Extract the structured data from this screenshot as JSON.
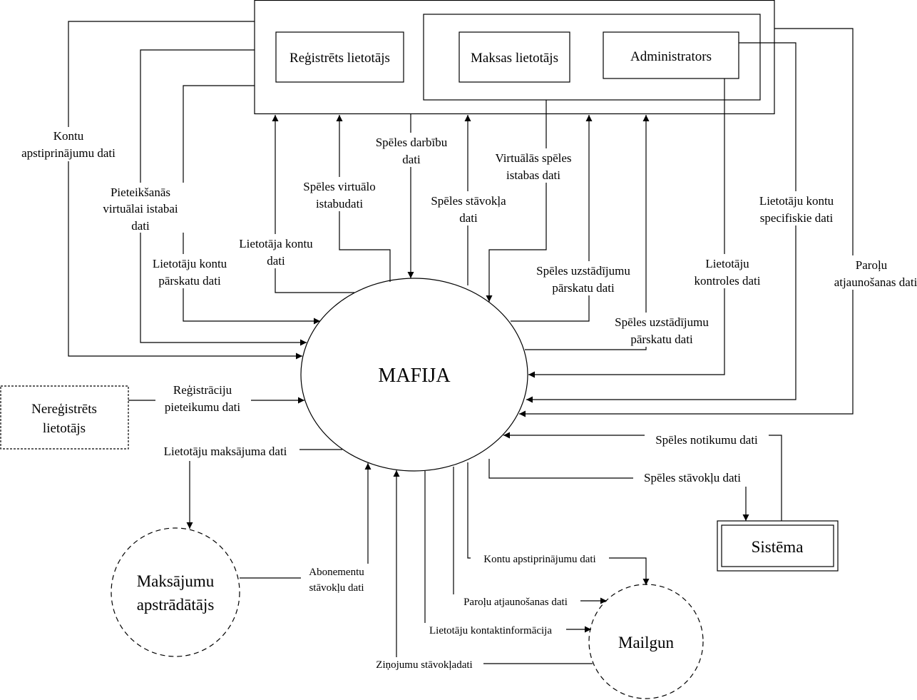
{
  "diagram": {
    "process": "MAFIJA",
    "entities": {
      "registered_user": "Reģistrēts lietotājs",
      "paying_user": "Maksas lietotājs",
      "administrator": "Administrators",
      "unregistered_user_line1": "Nereģistrēts",
      "unregistered_user_line2": "lietotājs",
      "system": "Sistēma",
      "payment_processor_line1": "Maksājumu",
      "payment_processor_line2": "apstrādātājs",
      "mailgun": "Mailgun"
    },
    "flows": {
      "account_confirm_1": "Kontu",
      "account_confirm_2": "apstiprinājumu dati",
      "room_login_1": "Pieteikšanās",
      "room_login_2": "virtuālai istabai",
      "room_login_3": "dati",
      "accounts_overview_1": "Lietotāju kontu",
      "accounts_overview_2": "pārskatu dati",
      "user_account_1": "Lietotāja kontu",
      "user_account_2": "dati",
      "virtual_rooms_1": "Spēles virtuālo",
      "virtual_rooms_2": "istabudati",
      "game_actions_1": "Spēles darbību",
      "game_actions_2": "dati",
      "game_state_1": "Spēles stāvokļa",
      "game_state_2": "dati",
      "virtual_room_data_1": "Virtuālās spēles",
      "virtual_room_data_2": "istabas dati",
      "settings_overview_a1": "Spēles uzstādījumu",
      "settings_overview_a2": "pārskatu dati",
      "settings_overview_b1": "Spēles uzstādījumu",
      "settings_overview_b2": "pārskatu dati",
      "user_control_1": "Lietotāju",
      "user_control_2": "kontroles dati",
      "specific_account_1": "Lietotāju kontu",
      "specific_account_2": "specifiskie dati",
      "password_reset_1": "Paroļu",
      "password_reset_2": "atjaunošanas dati",
      "registration_1": "Reģistrāciju",
      "registration_2": "pieteikumu dati",
      "user_payment": "Lietotāju maksājuma dati",
      "subscription_1": "Abonementu",
      "subscription_2": "stāvokļu dati",
      "game_events": "Spēles notikumu dati",
      "game_states": "Spēles stāvokļu dati",
      "mail_account_confirm": "Kontu apstiprinājumu dati",
      "mail_password_reset": "Paroļu atjaunošanas dati",
      "mail_contact_info": "Lietotāju kontaktinformācija",
      "mail_message_status": "Ziņojumu stāvokļadati"
    }
  }
}
